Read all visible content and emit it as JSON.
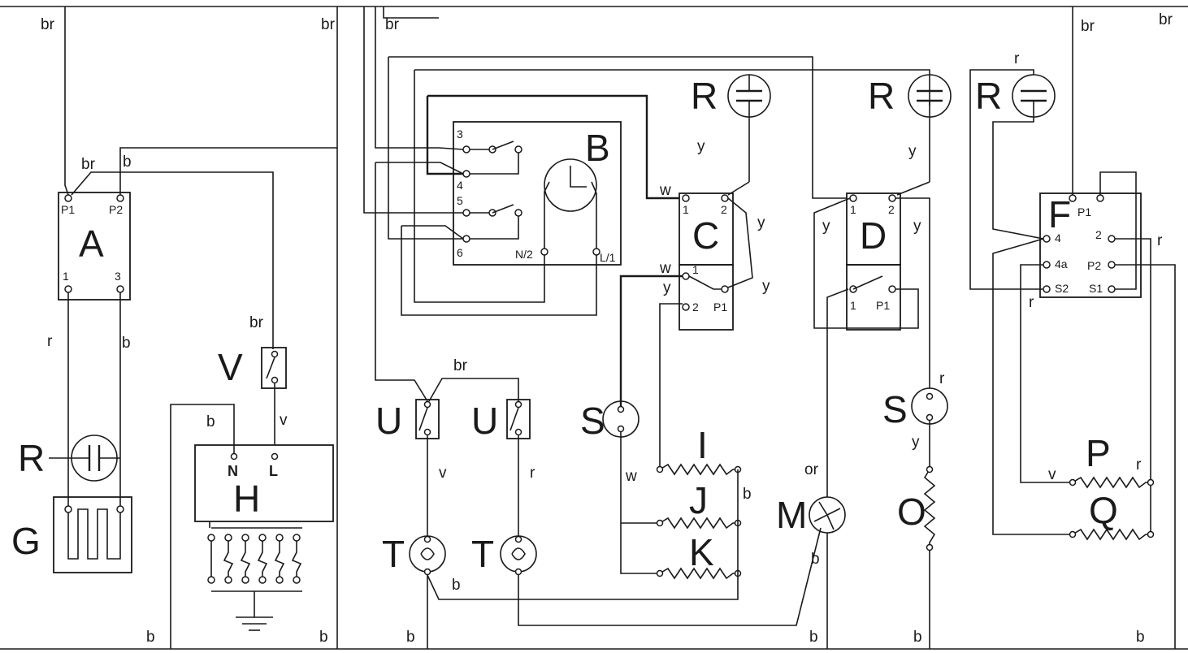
{
  "components": {
    "A": {
      "letter": "A",
      "pins": [
        "P1",
        "P2",
        "1",
        "3"
      ]
    },
    "B": {
      "letter": "B",
      "pins": [
        "3",
        "4",
        "5",
        "6",
        "N/2",
        "L/1"
      ]
    },
    "C": {
      "letter": "C",
      "pins": [
        "1",
        "2",
        "1",
        "2",
        "P1"
      ]
    },
    "D": {
      "letter": "D",
      "pins": [
        "1",
        "2",
        "1",
        "P1"
      ]
    },
    "F": {
      "letter": "F",
      "pins": [
        "P1",
        "4",
        "2",
        "4a",
        "P2",
        "S2",
        "S1"
      ]
    },
    "G": {
      "letter": "G"
    },
    "H": {
      "letter": "H",
      "pins": [
        "N",
        "L"
      ]
    },
    "I": {
      "letter": "I"
    },
    "J": {
      "letter": "J"
    },
    "K": {
      "letter": "K"
    },
    "M": {
      "letter": "M"
    },
    "O": {
      "letter": "O"
    },
    "P": {
      "letter": "P"
    },
    "Q": {
      "letter": "Q"
    },
    "R": {
      "letter": "R"
    },
    "S": {
      "letter": "S"
    },
    "T": {
      "letter": "T"
    },
    "U": {
      "letter": "U"
    },
    "V": {
      "letter": "V"
    }
  },
  "wire_colors": {
    "br": "br",
    "b": "b",
    "r": "r",
    "y": "y",
    "w": "w",
    "v": "v",
    "or": "or"
  },
  "colors": {
    "line": "#1a1a1a",
    "background": "#ffffff"
  }
}
